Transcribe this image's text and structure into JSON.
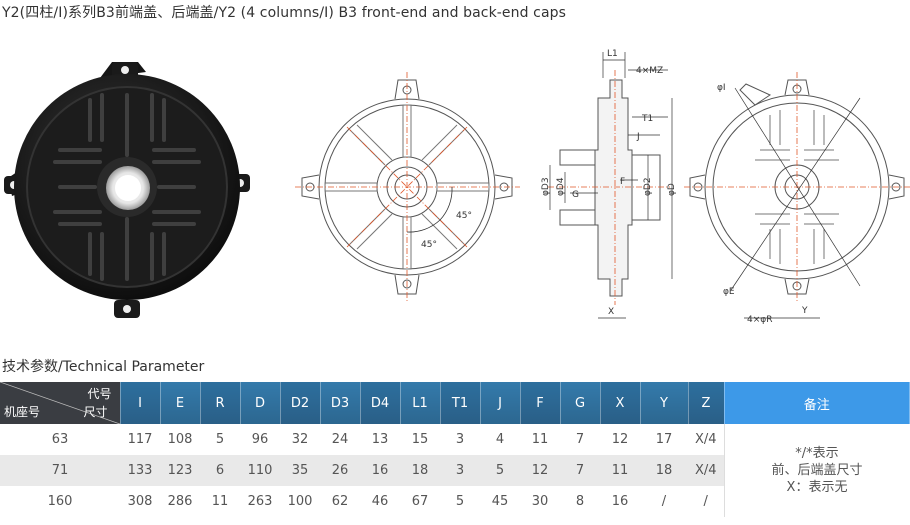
{
  "title": "Y2(四柱/Ⅰ)系列B3前端盖、后端盖/Y2 (4 columns/I) B3 front-end and back-end caps",
  "section_title": "技术参数/Technical Parameter",
  "figure_labels": {
    "angle_a": "45°",
    "angle_b": "45°",
    "L1": "L1",
    "MZ": "4×MZ",
    "T1": "T1",
    "J": "J",
    "F": "F",
    "G": "G",
    "D3": "φD3",
    "D4": "φD4",
    "D2": "φD2",
    "D": "φD",
    "X": "X",
    "I": "φI",
    "E": "φE",
    "R": "4×φR",
    "Y": "Y"
  },
  "table": {
    "corner": {
      "top": "代号",
      "right": "尺寸",
      "left": "机座号"
    },
    "headers": [
      "I",
      "E",
      "R",
      "D",
      "D2",
      "D3",
      "D4",
      "L1",
      "T1",
      "J",
      "F",
      "G",
      "X",
      "Y",
      "Z"
    ],
    "note_header": "备注",
    "rows": [
      {
        "frame": "63",
        "values": [
          "117",
          "108",
          "5",
          "96",
          "32",
          "24",
          "13",
          "15",
          "3",
          "4",
          "11",
          "7",
          "12",
          "17",
          "X/4"
        ]
      },
      {
        "frame": "71",
        "values": [
          "133",
          "123",
          "6",
          "110",
          "35",
          "26",
          "16",
          "18",
          "3",
          "5",
          "12",
          "7",
          "11",
          "18",
          "X/4"
        ]
      },
      {
        "frame": "160",
        "values": [
          "308",
          "286",
          "11",
          "263",
          "100",
          "62",
          "46",
          "67",
          "5",
          "45",
          "30",
          "8",
          "16",
          "/",
          "/"
        ]
      }
    ],
    "note": {
      "line1": "*/*表示",
      "line2": "前、后端盖尺寸",
      "line3": "X：表示无"
    }
  }
}
